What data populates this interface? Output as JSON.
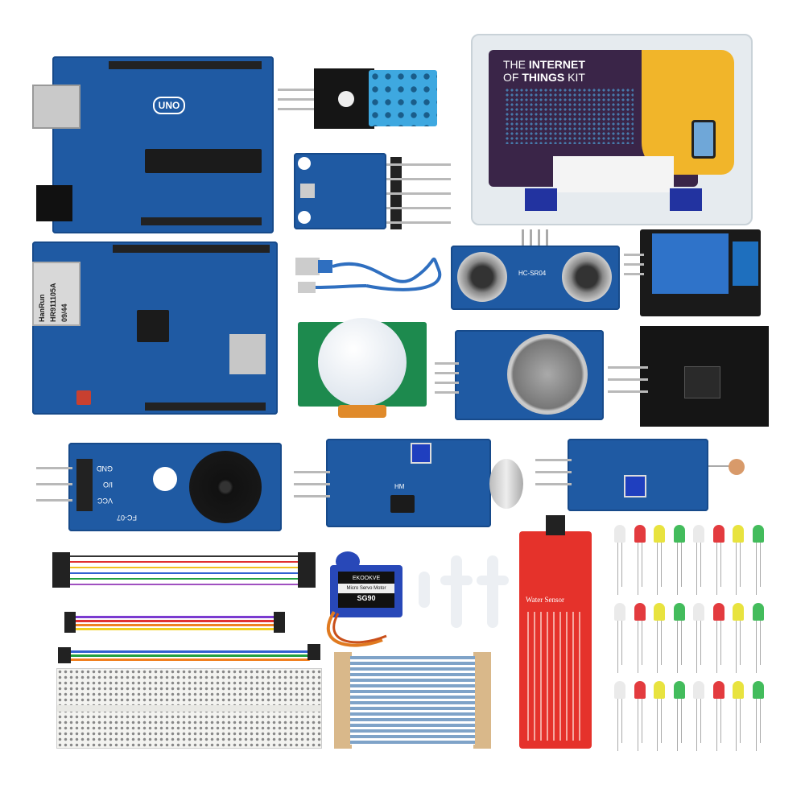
{
  "box": {
    "title_line1_a": "THE ",
    "title_line1_b": "INTERNET",
    "title_line2_a": "OF ",
    "title_line2_b": "THINGS",
    "title_line2_c": " KIT"
  },
  "uno": {
    "label": "UNO"
  },
  "ethernet": {
    "jack_brand": "HanRun",
    "jack_model": "HR911105A",
    "jack_code": "09/44"
  },
  "ultrasonic": {
    "label": "HC-SR04"
  },
  "servo": {
    "brand": "EKOOKVE",
    "type": "Micro Servo Motor",
    "model": "SG90"
  },
  "water_sensor": {
    "label": "Water Sensor"
  },
  "buzzer": {
    "pins": [
      "VCC",
      "I/O",
      "GND"
    ],
    "label": "FC-07"
  },
  "sound": {
    "label": "HM"
  },
  "colors": {
    "pcb": "#1f5aa3",
    "box_purple": "#3a2548",
    "box_yellow": "#f1b52a",
    "water_red": "#e5322b",
    "led": [
      "#e8e8e8",
      "#e0262a",
      "#e6e02a",
      "#2fb54a"
    ]
  }
}
